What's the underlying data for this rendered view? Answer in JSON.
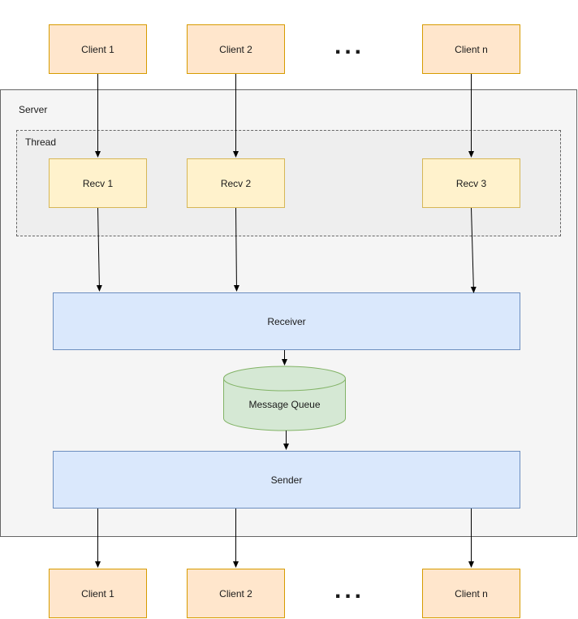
{
  "top_clients": [
    "Client 1",
    "Client 2",
    "Client n"
  ],
  "bottom_clients": [
    "Client 1",
    "Client 2",
    "Client n"
  ],
  "ellipsis": "...",
  "server": {
    "label": "Server"
  },
  "thread": {
    "label": "Thread",
    "receivers": [
      "Recv 1",
      "Recv 2",
      "Recv 3"
    ]
  },
  "receiver": "Receiver",
  "queue": "Message Queue",
  "sender": "Sender",
  "colors": {
    "client_fill": "#ffe6cc",
    "client_stroke": "#d79b00",
    "recv_fill": "#fff2cc",
    "recv_stroke": "#d6b656",
    "component_fill": "#dae8fc",
    "component_stroke": "#6c8ebf",
    "queue_fill": "#d5e8d4",
    "queue_stroke": "#82b366",
    "server_fill": "#f5f5f5",
    "thread_fill": "#eeeeee"
  }
}
